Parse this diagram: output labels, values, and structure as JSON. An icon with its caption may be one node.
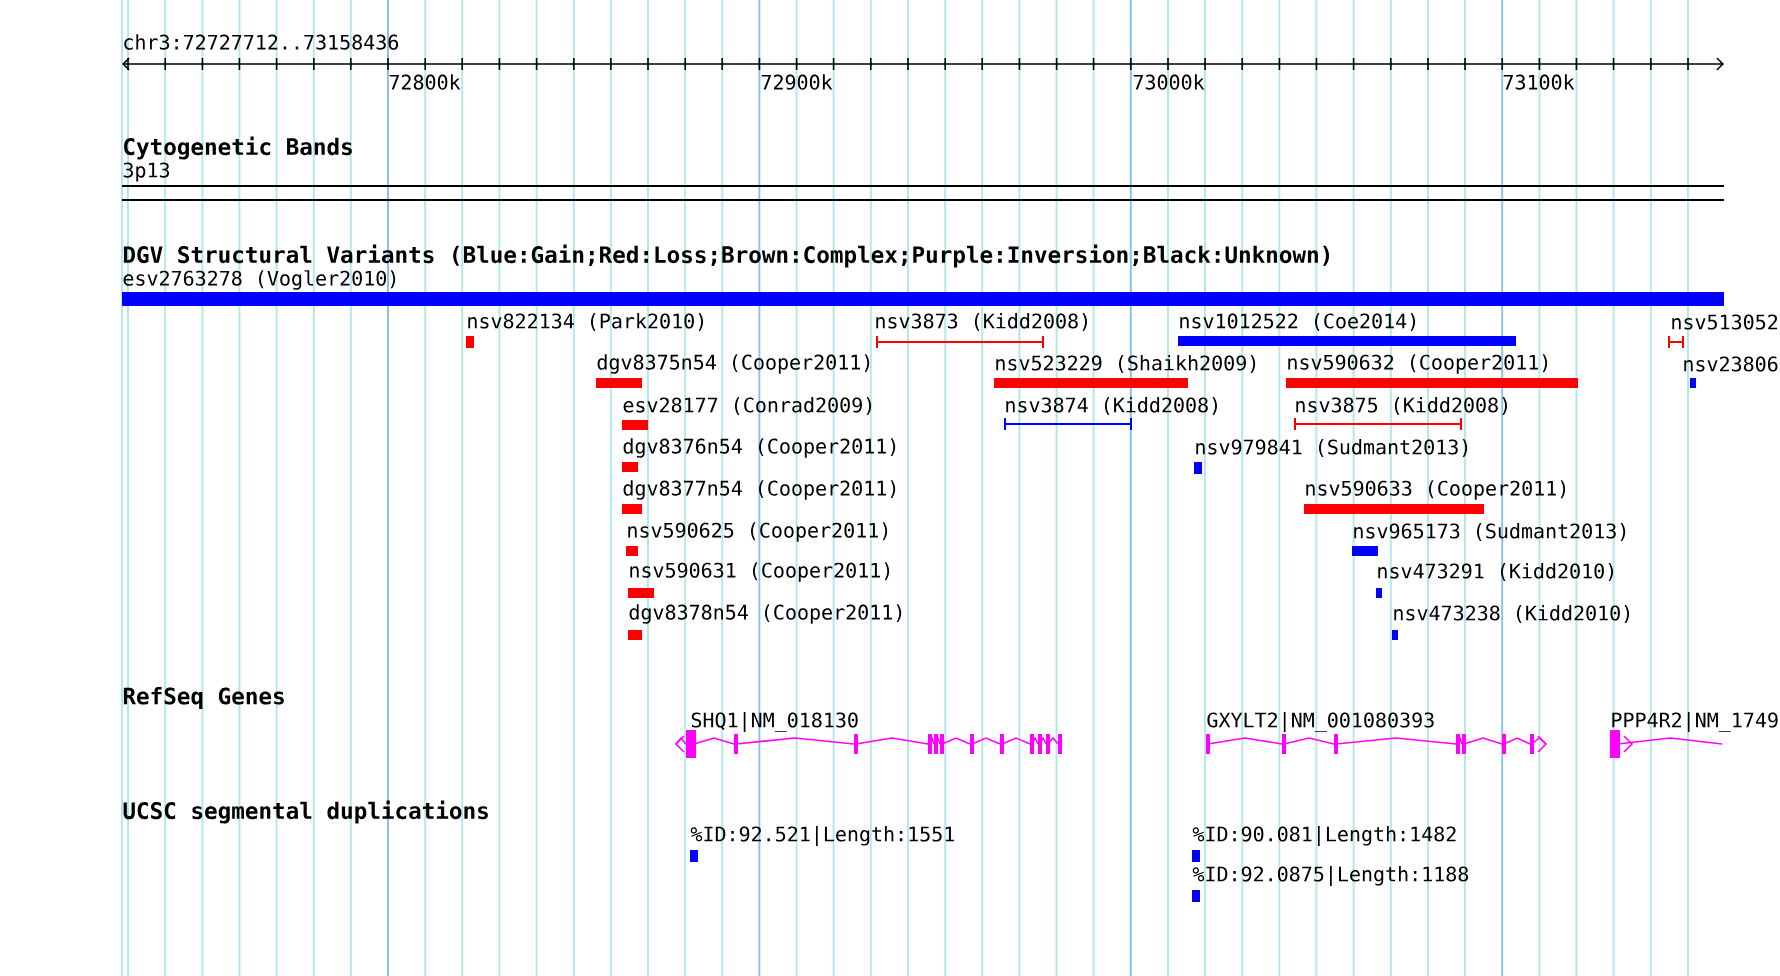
{
  "diagram": {
    "labels": [
      "chr3:72727712..73158436",
      "72800k",
      "72900k",
      "73000k",
      "73100k",
      "Cytogenetic Bands",
      "3p13",
      "DGV Structural Variants (Blue:Gain;Red:Loss;Brown:Complex;Purple:Inversion;Black:Unknown)",
      "esv2763278 (Vogler2010)",
      "nsv822134 (Park2010)",
      "nsv3873 (Kidd2008)",
      "nsv1012522 (Coe2014)",
      "nsv513052",
      "dgv8375n54 (Cooper2011)",
      "nsv523229 (Shaikh2009)",
      "nsv590632 (Cooper2011)",
      "nsv23806",
      "esv28177 (Conrad2009)",
      "nsv3874 (Kidd2008)",
      "nsv3875 (Kidd2008)",
      "dgv8376n54 (Cooper2011)",
      "nsv979841 (Sudmant2013)",
      "dgv8377n54 (Cooper2011)",
      "nsv590633 (Cooper2011)",
      "nsv590625 (Cooper2011)",
      "nsv965173 (Sudmant2013)",
      "nsv590631 (Cooper2011)",
      "nsv473291 (Kidd2010)",
      "dgv8378n54 (Cooper2011)",
      "nsv473238 (Kidd2010)",
      "RefSeq Genes",
      "SHQ1|NM_018130",
      "GXYLT2|NM_001080393",
      "PPP4R2|NM_1749",
      "UCSC segmental duplications",
      "%ID:92.521|Length:1551",
      "%ID:90.081|Length:1482",
      "%ID:92.0875|Length:1188"
    ]
  }
}
